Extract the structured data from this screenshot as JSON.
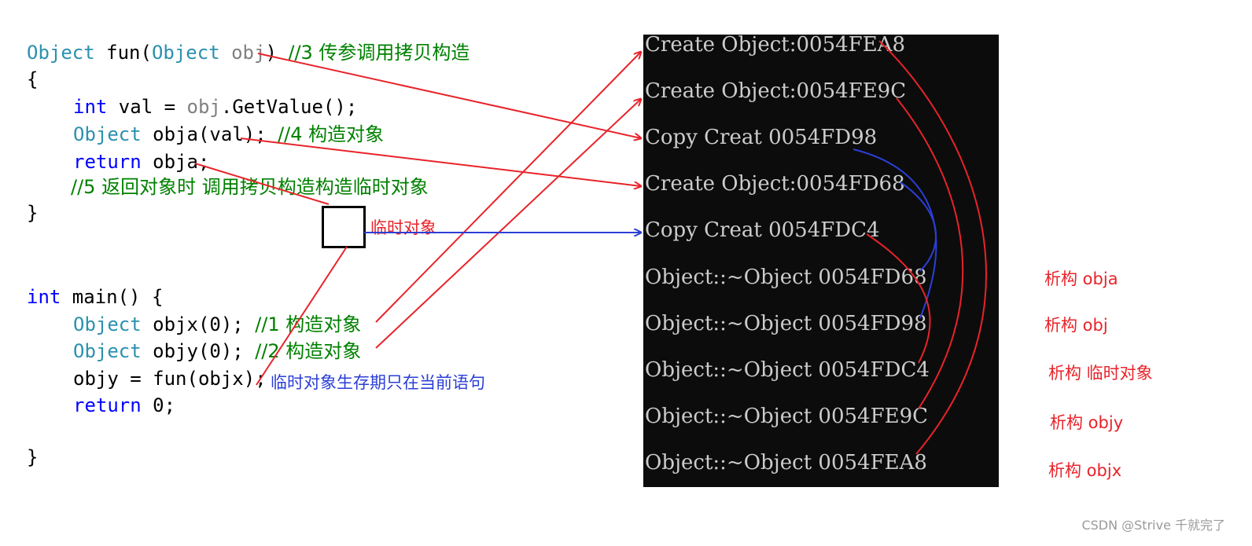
{
  "code": {
    "fun_sig": {
      "type1": "Object",
      "name": " fun(",
      "type2": "Object",
      "param": " obj",
      "close": ") ",
      "comment": "//3 传参调用拷贝构造"
    },
    "open_brace_1": "{",
    "line_val": {
      "kw": "int",
      "rest1": " val = ",
      "obj": "obj",
      "rest2": ".GetValue();"
    },
    "line_obja": {
      "type": "Object",
      "rest": " obja(val); ",
      "comment": "//4 构造对象"
    },
    "line_return_obja": {
      "kw": "return",
      "rest": " obja;"
    },
    "line_comment5": "//5 返回对象时 调用拷贝构造构造临时对象",
    "close_brace_1": "}",
    "main_sig": {
      "kw": "int",
      "rest": " main() {"
    },
    "line_objx": {
      "type": "Object",
      "rest": " objx(0); ",
      "comment": "//1 构造对象"
    },
    "line_objy": {
      "type": "Object",
      "rest": " objy(0); ",
      "comment": "//2 构造对象"
    },
    "line_assign": "objy = fun(objx);",
    "line_return0": {
      "kw": "return",
      "rest": " 0;"
    },
    "close_brace_2": "}"
  },
  "annotations": {
    "temp_object": "临时对象",
    "temp_lifetime": "临时对象生存期只在当前语句",
    "destruct_obja": "析构 obja",
    "destruct_obj": "析构 obj",
    "destruct_temp": "析构 临时对象",
    "destruct_objy": "析构 objy",
    "destruct_objx": "析构 objx"
  },
  "console": {
    "lines": [
      "Create Object:0054FEA8",
      "Create Object:0054FE9C",
      "Copy Creat 0054FD98",
      "Create Object:0054FD68",
      "Copy Creat 0054FDC4",
      "Object::~Object 0054FD68",
      "Object::~Object 0054FD98",
      "Object::~Object 0054FDC4",
      "Object::~Object 0054FE9C",
      "Object::~Object 0054FEA8"
    ]
  },
  "watermark": "CSDN @Strive 千就完了",
  "colors": {
    "arrow_red": "#e8232a",
    "arrow_blue": "#2b3fd6",
    "console_bg": "#0c0c0c",
    "console_text": "#cccccc"
  }
}
